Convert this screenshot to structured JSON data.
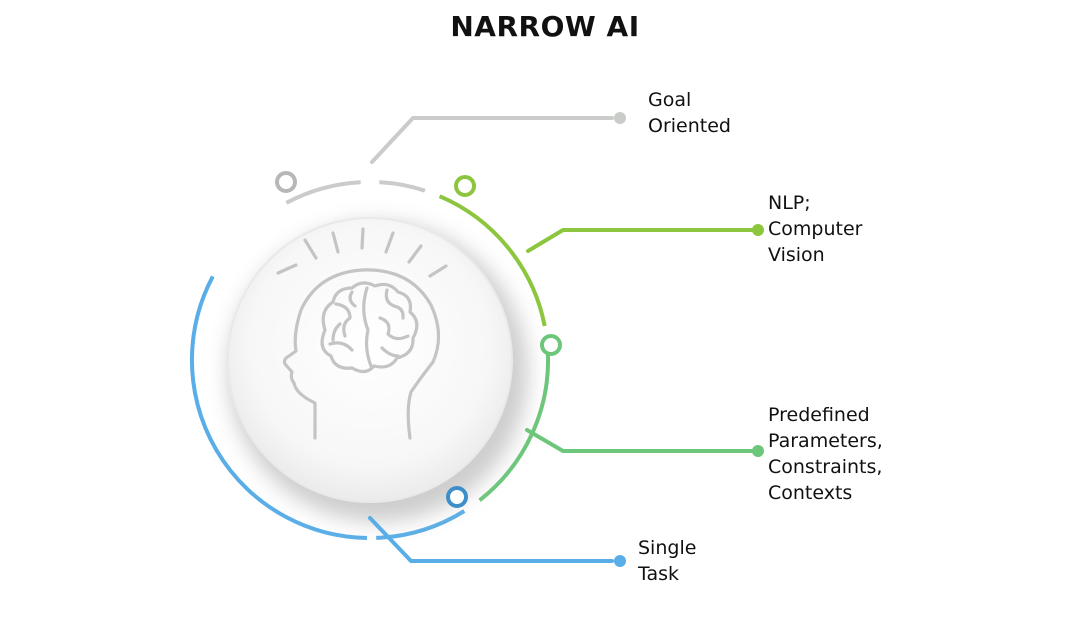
{
  "title": "NARROW AI",
  "colors": {
    "gray": "#c9ccc9",
    "lime": "#8cc63f",
    "green": "#6cc77a",
    "blue": "#5aaee8",
    "head_outline": "#c4c4c4",
    "disc_face": "#f6f6f6"
  },
  "center_icon": "head-with-brain-icon",
  "labels": [
    {
      "lines": [
        "Goal",
        "Oriented"
      ],
      "color": "#c9ccc9"
    },
    {
      "lines": [
        "NLP;",
        "Computer",
        "Vision"
      ],
      "color": "#8cc63f"
    },
    {
      "lines": [
        "Predefined",
        "Parameters,",
        "Constraints,",
        "Contexts"
      ],
      "color": "#6cc77a"
    },
    {
      "lines": [
        "Single",
        "Task"
      ],
      "color": "#5aaee8"
    }
  ]
}
